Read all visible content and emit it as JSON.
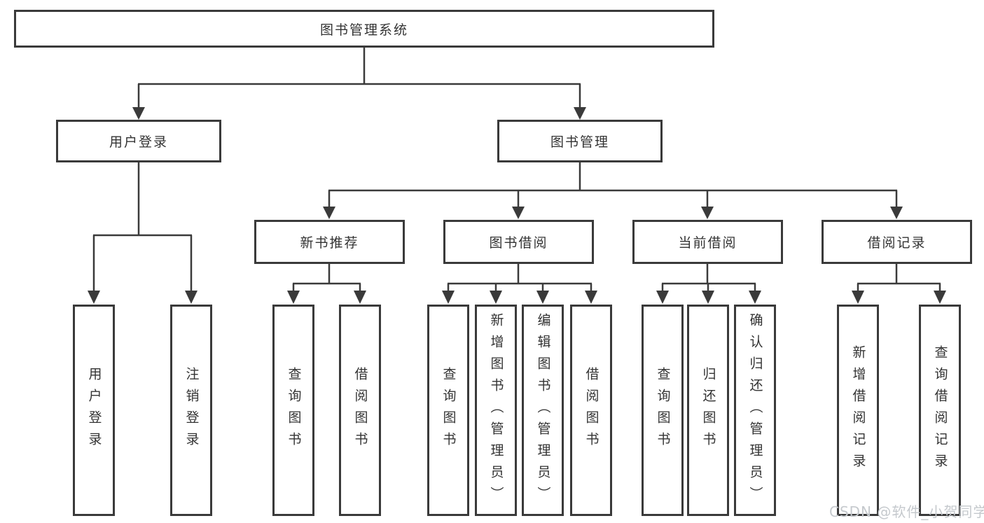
{
  "diagram": {
    "root_label": "图书管理系统",
    "user_branch": {
      "label": "用户登录",
      "leaves": [
        "用户登录",
        "注销登录"
      ]
    },
    "mgmt_branch": {
      "label": "图书管理",
      "groups": [
        {
          "label": "新书推荐",
          "leaves": [
            "查询图书",
            "借阅图书"
          ]
        },
        {
          "label": "图书借阅",
          "leaves": [
            "查询图书",
            "新增图书（管理员）",
            "编辑图书（管理员）",
            "借阅图书"
          ]
        },
        {
          "label": "当前借阅",
          "leaves": [
            "查询图书",
            "归还图书",
            "确认归还（管理员）"
          ]
        },
        {
          "label": "借阅记录",
          "leaves": [
            "新增借阅记录",
            "查询借阅记录"
          ]
        }
      ]
    }
  },
  "watermark": {
    "text": "CSDN @软件_小贺同学"
  },
  "colors": {
    "line": "#3a3a3a",
    "text": "#333333",
    "background": "#ffffff",
    "watermark": "#c5c9cd"
  }
}
